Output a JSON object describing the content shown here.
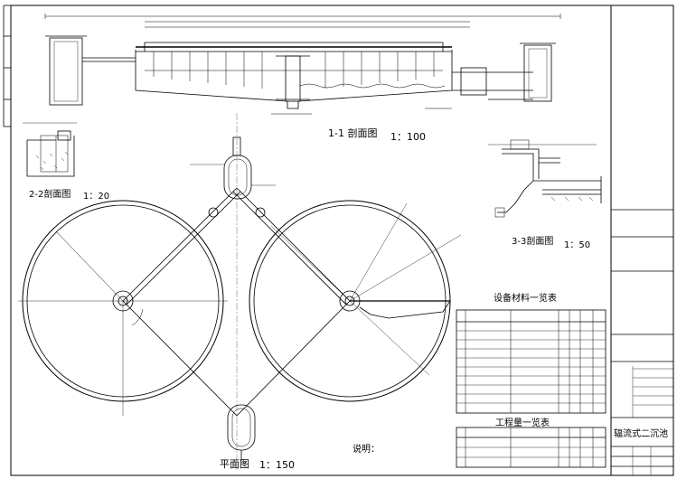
{
  "section_1_1": {
    "title": "1-1 剖面图",
    "scale": "1：100"
  },
  "section_2_2": {
    "title": "2-2剖面图",
    "scale": "1：20"
  },
  "section_3_3": {
    "title": "3-3剖面图",
    "scale": "1：50"
  },
  "plan": {
    "title": "平面图",
    "scale": "1：150"
  },
  "equipment_table": {
    "title": "设备材料一览表"
  },
  "quantity_table": {
    "title": "工程量一览表"
  },
  "notes": {
    "title": "说明："
  },
  "title_block": {
    "drawing_name": "辐流式二沉池"
  }
}
